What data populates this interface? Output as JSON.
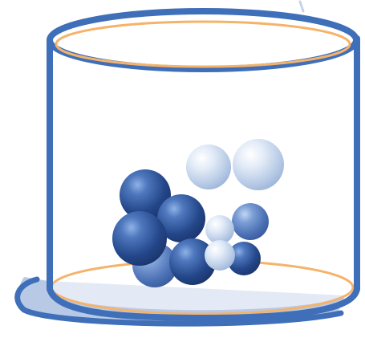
{
  "diagram": {
    "subject": "cylindrical-container-with-spheres",
    "colors": {
      "background": "#ffffff",
      "container_outline": "#3f6fb8",
      "container_rim": "#f5b36a",
      "shadow": "#b8c9e6",
      "dark_sphere": "#2f5aa0",
      "medium_sphere": "#4f79bd",
      "light_sphere": "#c9d8ec"
    },
    "sphere_groups": [
      {
        "tone": "dark",
        "count": 5
      },
      {
        "tone": "medium",
        "count": 2
      },
      {
        "tone": "light",
        "count": 4
      }
    ]
  }
}
